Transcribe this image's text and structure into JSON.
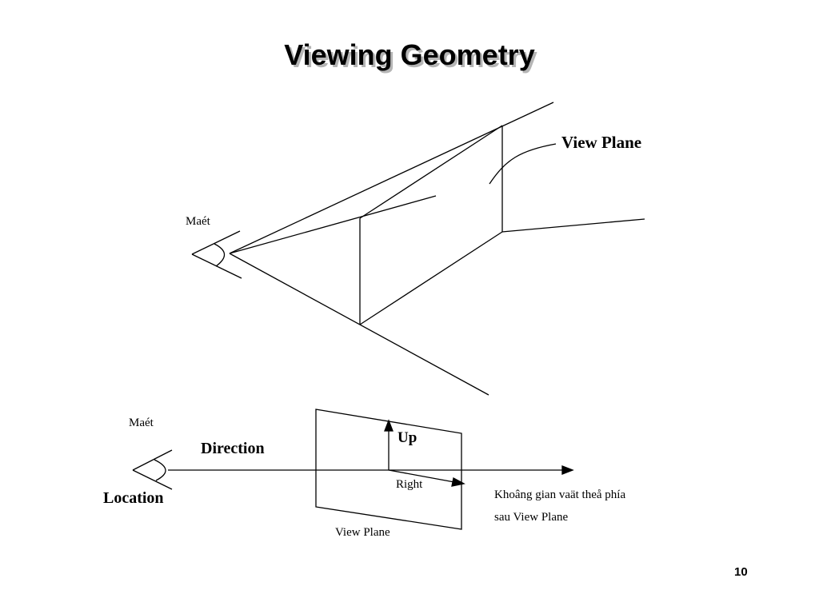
{
  "slide": {
    "title": "Viewing Geometry",
    "page_number": "10"
  },
  "top_diagram": {
    "eye_label": "Maét",
    "view_plane_label": "View Plane"
  },
  "bottom_diagram": {
    "eye_label": "Maét",
    "direction_label": "Direction",
    "location_label": "Location",
    "up_label": "Up",
    "right_label": "Right",
    "view_plane_label": "View Plane",
    "behind_space_line1": "Khoâng gian vaät theå phía",
    "behind_space_line2": "sau View Plane"
  }
}
